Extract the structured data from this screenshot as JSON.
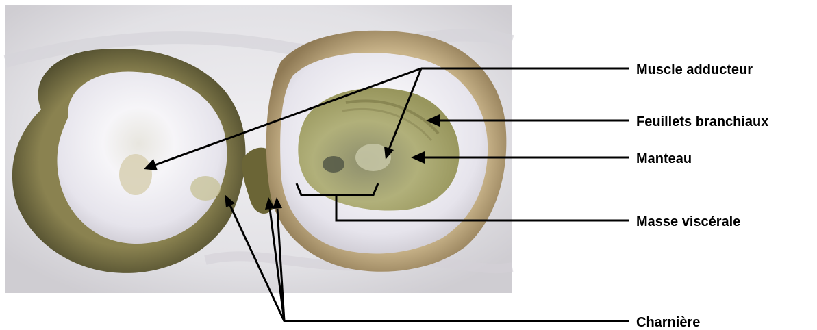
{
  "labels": {
    "adductor": "Muscle adducteur",
    "gills": "Feuillets branchiaux",
    "mantle": "Manteau",
    "visceral": "Masse viscérale",
    "hinge": "Charnière"
  },
  "colors": {
    "background": "#ffffff",
    "cloth": "#e4e3e6",
    "shell_rim": "#6f6a3d",
    "nacre": "#f1f0f5",
    "oyster_flesh": "#a9a873",
    "ink": "#000000"
  }
}
